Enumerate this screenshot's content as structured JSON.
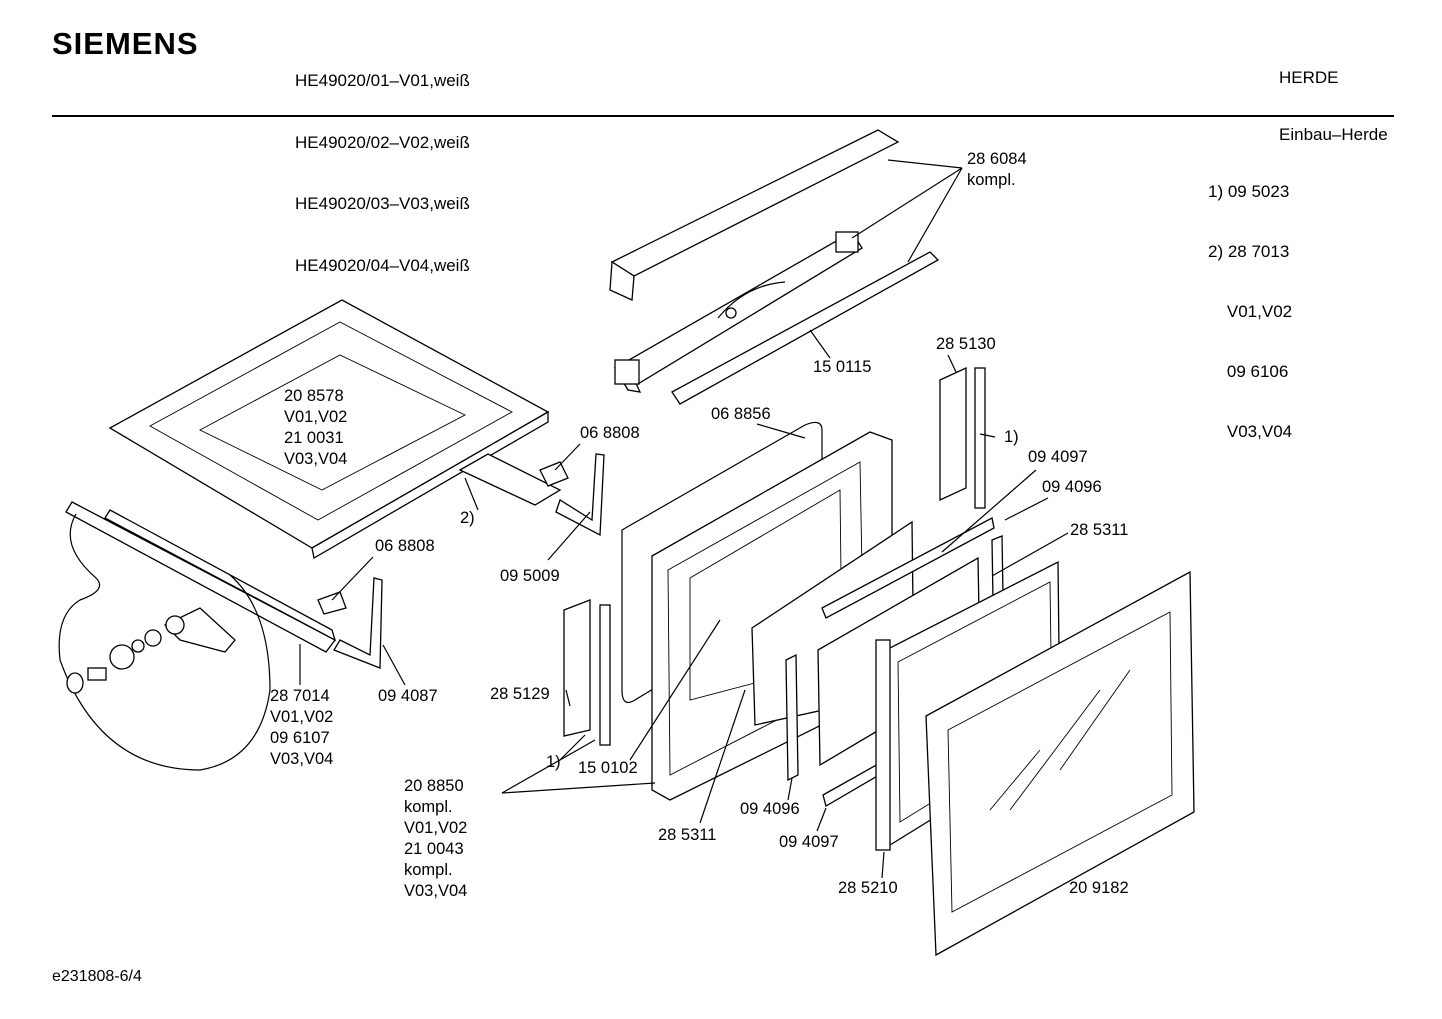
{
  "header": {
    "brand": "SIEMENS",
    "models": [
      "HE49020/01–V01,weiß",
      "HE49020/02–V02,weiß",
      "HE49020/03–V03,weiß",
      "HE49020/04–V04,weiß"
    ],
    "category": [
      "HERDE",
      "Einbau–Herde"
    ]
  },
  "notes": [
    "1) 09 5023",
    "2) 28 7013",
    "    V01,V02",
    "    09 6106",
    "    V03,V04"
  ],
  "parts": {
    "p286084": [
      "28 6084",
      "kompl."
    ],
    "p150115": "15 0115",
    "p285130": "28 5130",
    "p068856": "06 8856",
    "p208578": [
      "20 8578",
      "V01,V02",
      "21 0031",
      "V03,V04"
    ],
    "p068808a": "06 8808",
    "p2a": "2)",
    "p095009": "09 5009",
    "p068808b": "06 8808",
    "p287014": [
      "28 7014",
      "V01,V02",
      "09 6107",
      "V03,V04"
    ],
    "p094087": "09 4087",
    "p285129": "28 5129",
    "p1a": "1)",
    "p1b": "1)",
    "p094097a": "09 4097",
    "p094096a": "09 4096",
    "p285311a": "28 5311",
    "p150102": "15 0102",
    "p208850": [
      "20 8850",
      "kompl.",
      "V01,V02",
      "21 0043",
      "kompl.",
      "V03,V04"
    ],
    "p285311b": "28 5311",
    "p094096b": "09 4096",
    "p094097b": "09 4097",
    "p285210": "28 5210",
    "p209182": "20 9182"
  },
  "footer": "e231808-6/4"
}
